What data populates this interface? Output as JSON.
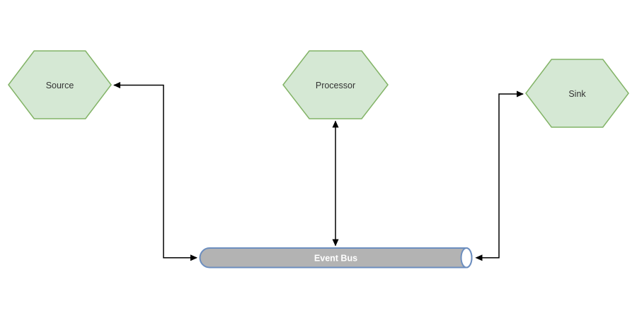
{
  "diagram": {
    "nodes": [
      {
        "id": "source",
        "label": "Source",
        "shape": "hexagon"
      },
      {
        "id": "processor",
        "label": "Processor",
        "shape": "hexagon"
      },
      {
        "id": "sink",
        "label": "Sink",
        "shape": "hexagon"
      },
      {
        "id": "event-bus",
        "label": "Event Bus",
        "shape": "horizontal-pipe"
      }
    ],
    "edges": [
      {
        "from": "event-bus",
        "to": "source",
        "style": "orthogonal",
        "arrow_both_ends": true
      },
      {
        "from": "processor",
        "to": "event-bus",
        "style": "straight",
        "arrow_both_ends": true
      },
      {
        "from": "event-bus",
        "to": "sink",
        "style": "orthogonal",
        "arrow_both_ends": true
      }
    ],
    "colors": {
      "background": "#ffffff",
      "hexagon_fill": "#d5e8d4",
      "hexagon_border": "#82b366",
      "node_text": "#333333",
      "pipe_fill": "#b3b3b3",
      "pipe_border": "#6c8ebf",
      "pipe_opening_fill": "#ffffff",
      "pipe_text": "#ffffff",
      "connector": "#000000"
    }
  }
}
